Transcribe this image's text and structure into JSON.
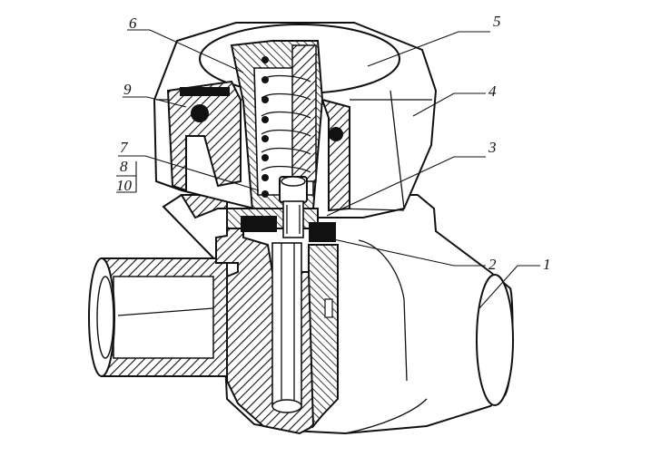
{
  "callouts": [
    {
      "id": "1",
      "label": "1"
    },
    {
      "id": "2",
      "label": "2"
    },
    {
      "id": "3",
      "label": "3"
    },
    {
      "id": "4",
      "label": "4"
    },
    {
      "id": "5",
      "label": "5"
    },
    {
      "id": "6",
      "label": "6"
    },
    {
      "id": "7",
      "label": "7"
    },
    {
      "id": "8",
      "label": "8"
    },
    {
      "id": "9",
      "label": "9"
    },
    {
      "id": "10",
      "label": "10"
    }
  ],
  "caption": ""
}
